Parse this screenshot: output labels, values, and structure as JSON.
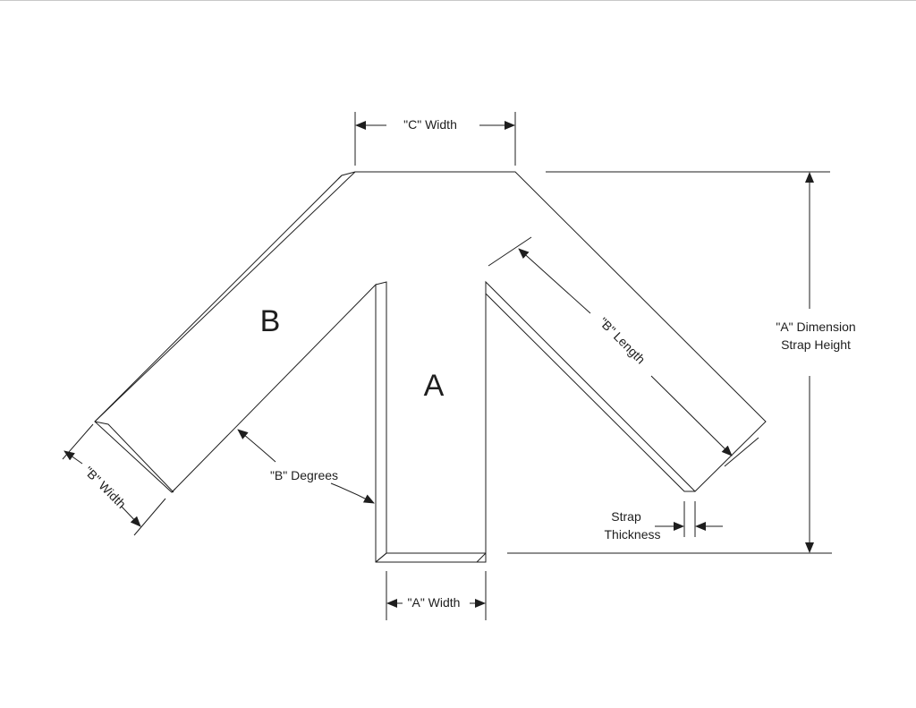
{
  "diagram": {
    "part_labels": {
      "a": "A",
      "b": "B"
    },
    "dimensions": {
      "c_width": "\"C\" Width",
      "a_dimension_line1": "\"A\" Dimension",
      "a_dimension_line2": "Strap Height",
      "b_length": "\"B\" Length",
      "b_width": "\"B\" Width",
      "b_degrees": "\"B\" Degrees",
      "a_width": "\"A\" Width",
      "strap_thickness_line1": "Strap",
      "strap_thickness_line2": "Thickness"
    },
    "colors": {
      "ink": "#1e1e1e",
      "background": "#ffffff"
    }
  }
}
